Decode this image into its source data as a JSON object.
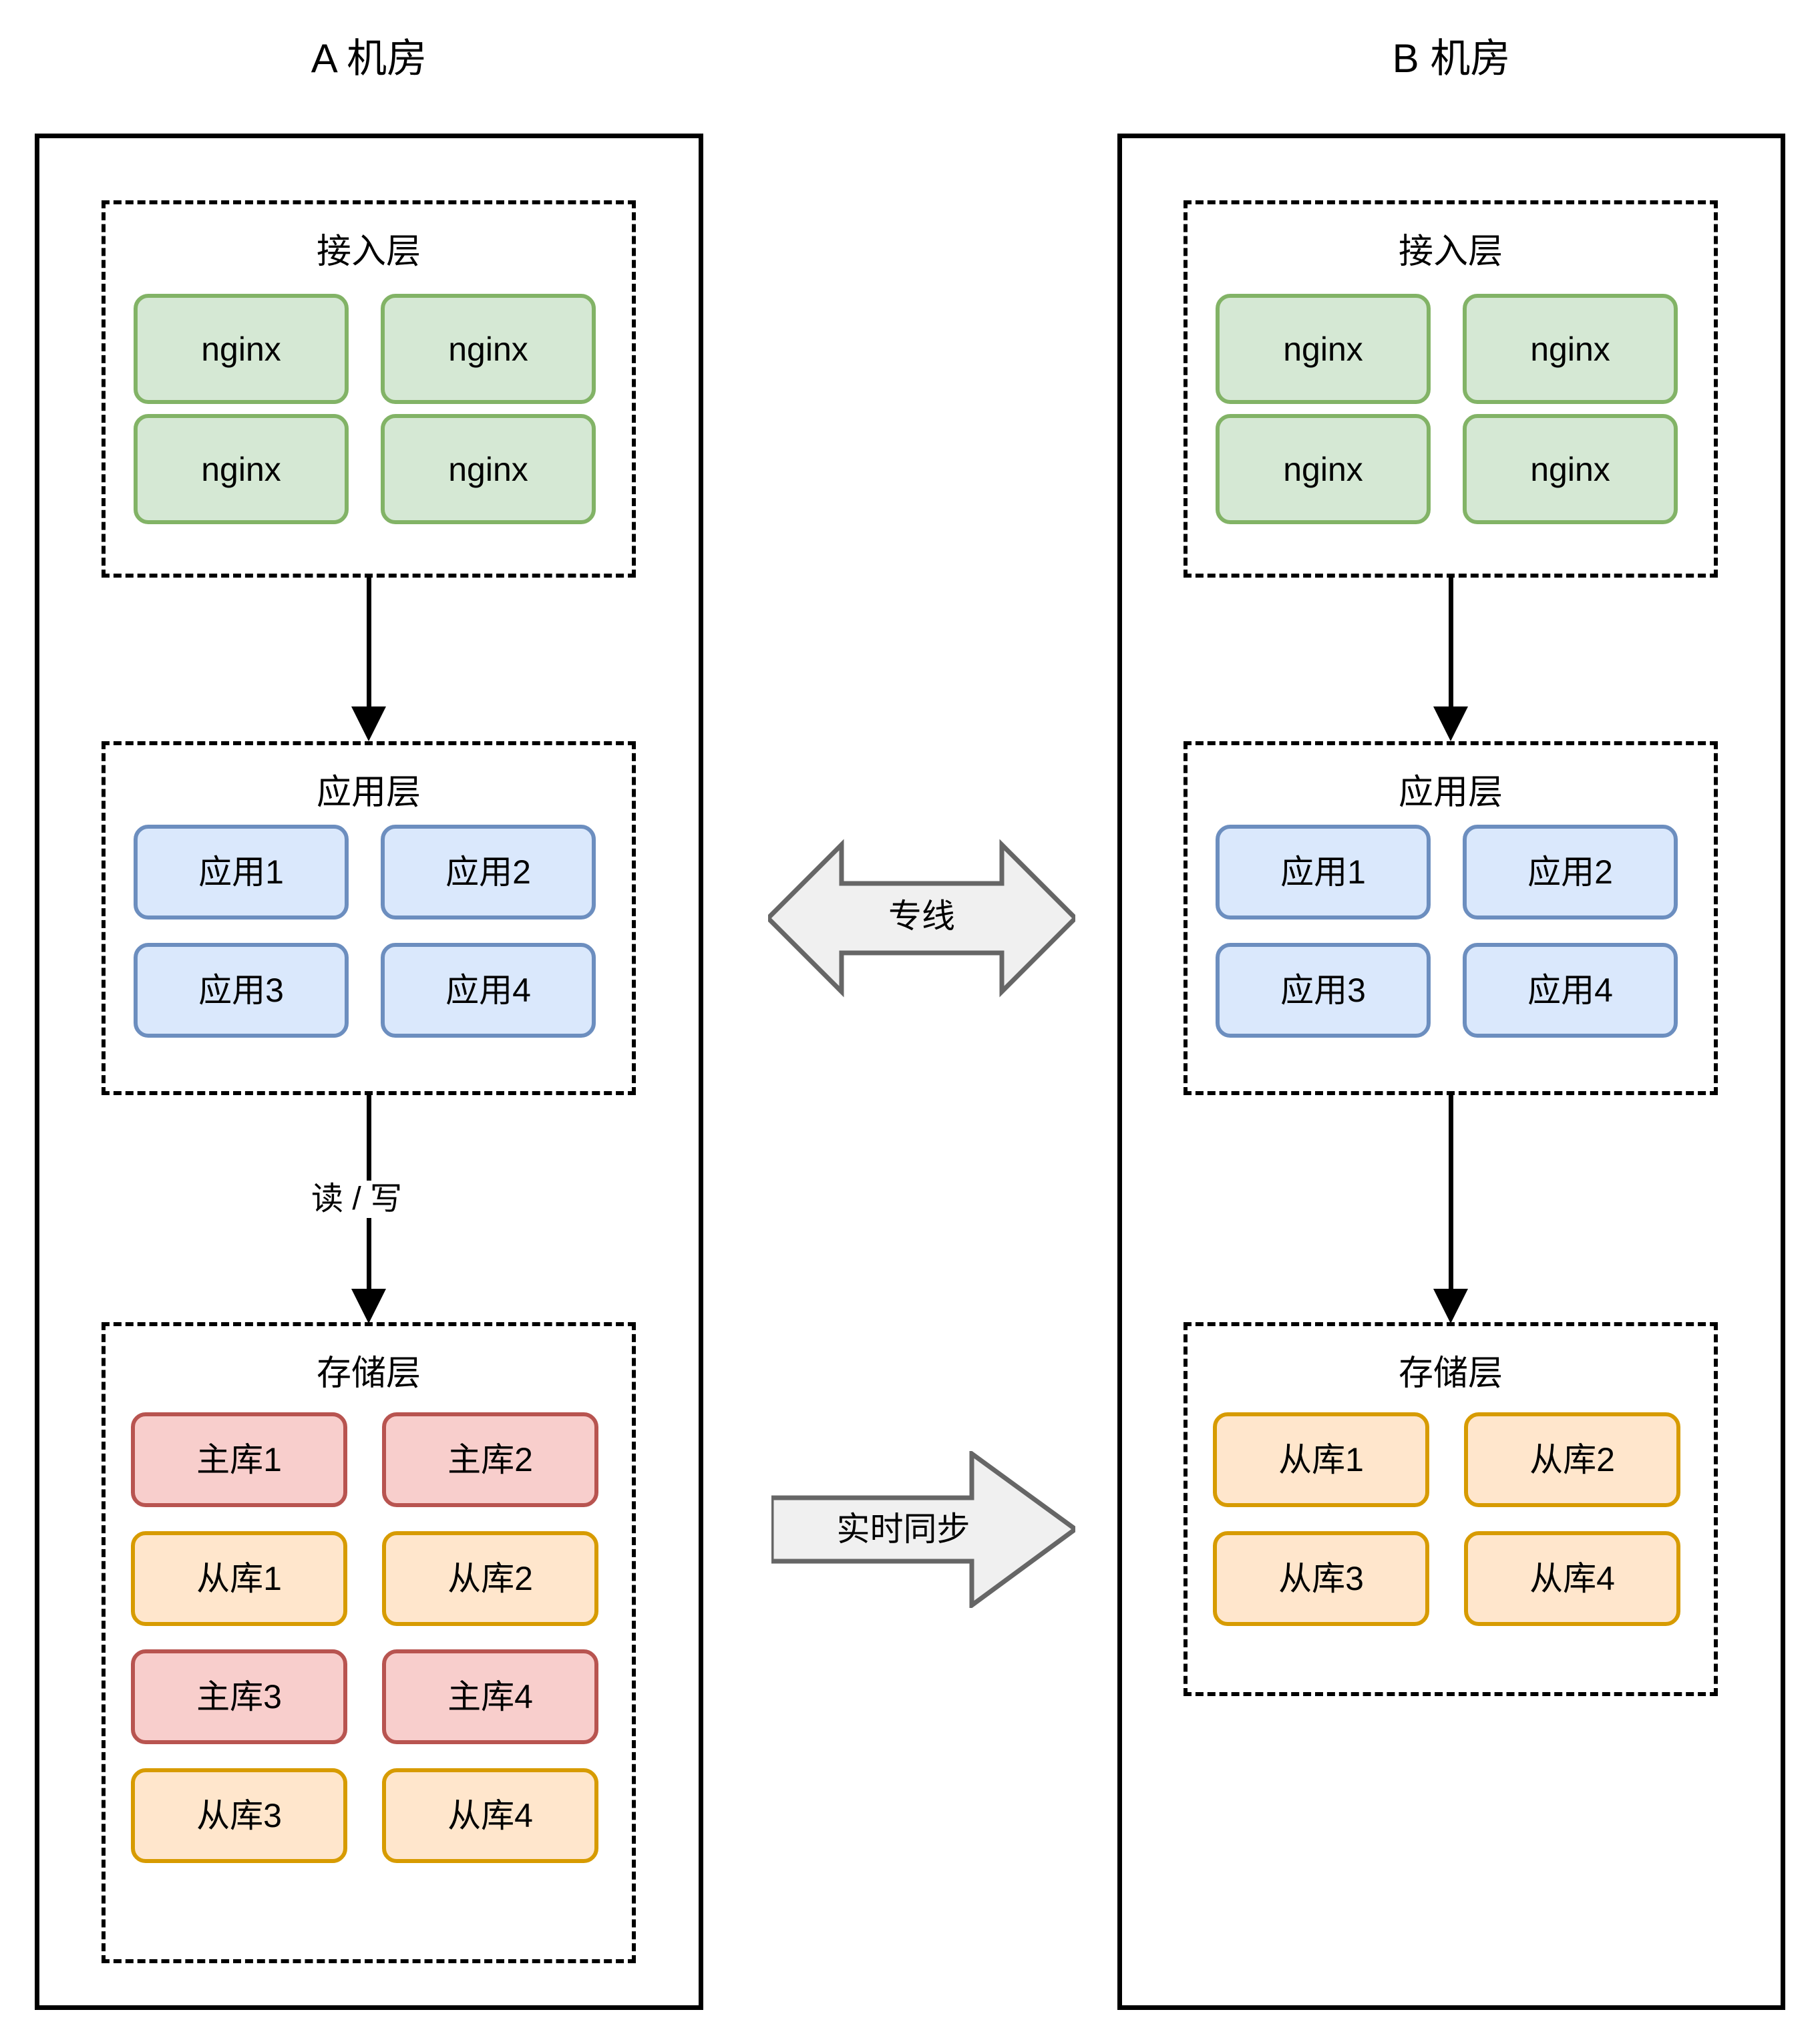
{
  "diagram": {
    "title_a": "A 机房",
    "title_b": "B 机房"
  },
  "datacenter_a": {
    "name": "A 机房",
    "layers": [
      {
        "id": "access",
        "title": "接入层",
        "nodes": [
          {
            "label": "nginx",
            "color": "green"
          },
          {
            "label": "nginx",
            "color": "green"
          },
          {
            "label": "nginx",
            "color": "green"
          },
          {
            "label": "nginx",
            "color": "green"
          }
        ]
      },
      {
        "id": "app",
        "title": "应用层",
        "nodes": [
          {
            "label": "应用1",
            "color": "blue"
          },
          {
            "label": "应用2",
            "color": "blue"
          },
          {
            "label": "应用3",
            "color": "blue"
          },
          {
            "label": "应用4",
            "color": "blue"
          }
        ]
      },
      {
        "id": "storage",
        "title": "存储层",
        "nodes": [
          {
            "label": "主库1",
            "color": "red"
          },
          {
            "label": "主库2",
            "color": "red"
          },
          {
            "label": "从库1",
            "color": "orange"
          },
          {
            "label": "从库2",
            "color": "orange"
          },
          {
            "label": "主库3",
            "color": "red"
          },
          {
            "label": "主库4",
            "color": "red"
          },
          {
            "label": "从库3",
            "color": "orange"
          },
          {
            "label": "从库4",
            "color": "orange"
          }
        ]
      }
    ],
    "connectors": [
      {
        "id": "access-to-app",
        "label": ""
      },
      {
        "id": "app-to-storage",
        "label": "读 / 写"
      }
    ]
  },
  "datacenter_b": {
    "name": "B 机房",
    "layers": [
      {
        "id": "access",
        "title": "接入层",
        "nodes": [
          {
            "label": "nginx",
            "color": "green"
          },
          {
            "label": "nginx",
            "color": "green"
          },
          {
            "label": "nginx",
            "color": "green"
          },
          {
            "label": "nginx",
            "color": "green"
          }
        ]
      },
      {
        "id": "app",
        "title": "应用层",
        "nodes": [
          {
            "label": "应用1",
            "color": "blue"
          },
          {
            "label": "应用2",
            "color": "blue"
          },
          {
            "label": "应用3",
            "color": "blue"
          },
          {
            "label": "应用4",
            "color": "blue"
          }
        ]
      },
      {
        "id": "storage",
        "title": "存储层",
        "nodes": [
          {
            "label": "从库1",
            "color": "orange"
          },
          {
            "label": "从库2",
            "color": "orange"
          },
          {
            "label": "从库3",
            "color": "orange"
          },
          {
            "label": "从库4",
            "color": "orange"
          }
        ]
      }
    ],
    "connectors": [
      {
        "id": "access-to-app",
        "label": ""
      },
      {
        "id": "app-to-storage",
        "label": ""
      }
    ]
  },
  "cross_links": [
    {
      "id": "dedicated-line",
      "label": "专线",
      "direction": "bidirectional"
    },
    {
      "id": "realtime-sync",
      "label": "实时同步",
      "direction": "left-to-right"
    }
  ],
  "colors": {
    "green_fill": "#d5e8d4",
    "green_stroke": "#82b366",
    "blue_fill": "#dae8fc",
    "blue_stroke": "#6c8ebf",
    "red_fill": "#f8cecc",
    "red_stroke": "#b85450",
    "orange_fill": "#ffe6cc",
    "orange_stroke": "#d79b00",
    "arrow_fill": "#f0f0f0",
    "arrow_stroke": "#666666",
    "outline": "#000000"
  }
}
